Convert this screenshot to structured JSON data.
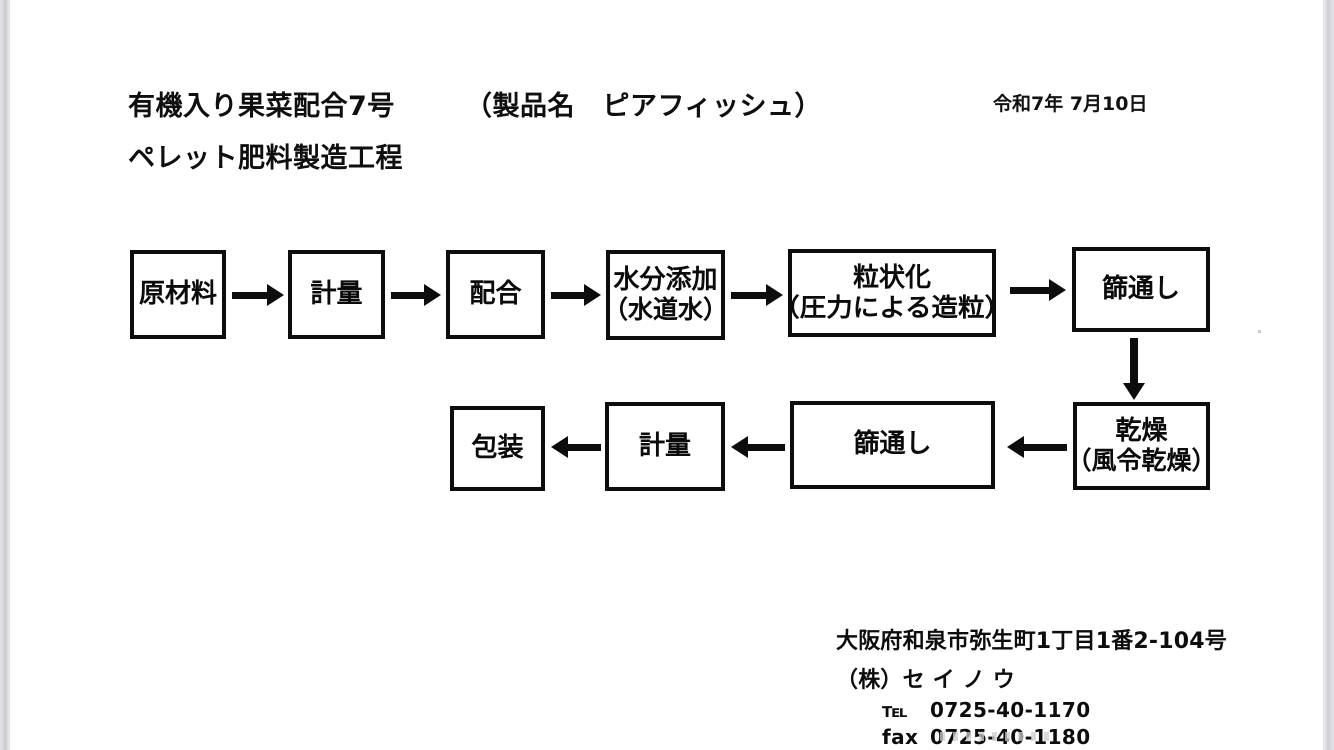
{
  "header": {
    "title_line1": "有機入り果菜配合7号",
    "product_name": "（製品名　ピアフィッシュ）",
    "title_line2": "ペレット肥料製造工程",
    "date": "令和7年 7月10日"
  },
  "flow": {
    "row1": [
      {
        "id": "raw-material",
        "line1": "原材料",
        "line2": ""
      },
      {
        "id": "weighing-1",
        "line1": "計量",
        "line2": ""
      },
      {
        "id": "blending",
        "line1": "配合",
        "line2": ""
      },
      {
        "id": "water-addition",
        "line1": "水分添加",
        "line2": "（水道水）"
      },
      {
        "id": "granulation",
        "line1": "粒状化",
        "line2": "（圧力による造粒）"
      },
      {
        "id": "sieving-1",
        "line1": "篩通し",
        "line2": ""
      }
    ],
    "row2": [
      {
        "id": "packaging",
        "line1": "包装",
        "line2": ""
      },
      {
        "id": "weighing-2",
        "line1": "計量",
        "line2": ""
      },
      {
        "id": "sieving-2",
        "line1": "篩通し",
        "line2": ""
      },
      {
        "id": "drying",
        "line1": "乾燥",
        "line2": "（風令乾燥）"
      }
    ],
    "arrow_names": {
      "right": "arrow-right-icon",
      "left": "arrow-left-icon",
      "down": "arrow-down-icon"
    }
  },
  "footer": {
    "address": "大阪府和泉市弥生町1丁目1番2-104号",
    "company": "（株）セ イ ノ ウ",
    "tel_label": "℡",
    "tel_value": "0725-40-1170",
    "fax_label": "fax",
    "fax_value": "0725-40-1180"
  },
  "colors": {
    "ink": "#0d0d0d",
    "paper": "#ffffff",
    "backdrop": "#d9d9de"
  }
}
